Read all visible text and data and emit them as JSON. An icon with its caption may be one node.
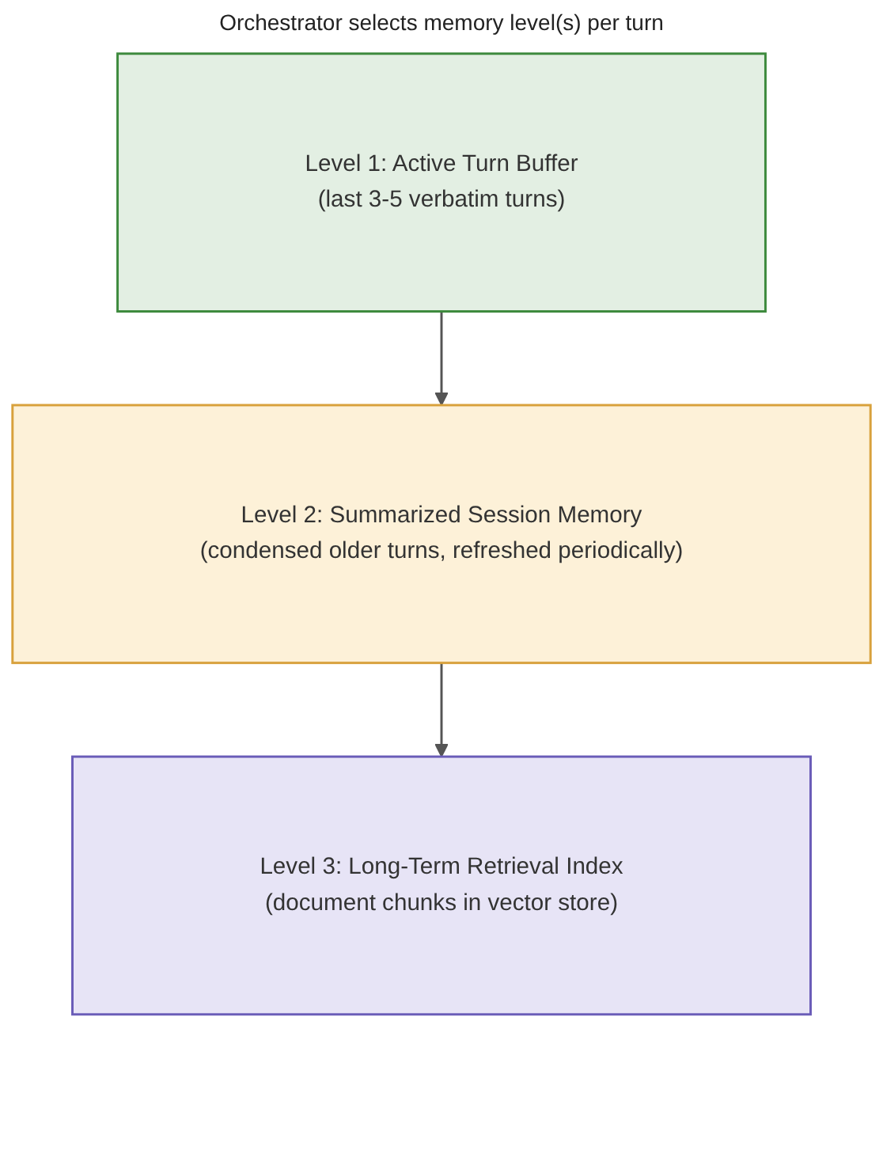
{
  "diagram": {
    "title": "Orchestrator selects memory level(s) per turn",
    "nodes": [
      {
        "text": [
          "Level 1: Active Turn Buffer",
          "(last 3-5 verbatim turns)"
        ]
      },
      {
        "text": [
          "Level 2: Summarized Session Memory",
          "(condensed older turns, refreshed periodically)"
        ]
      },
      {
        "text": [
          "Level 3: Long-Term Retrieval Index",
          "(document chunks in vector store)"
        ]
      }
    ],
    "edges": [
      {
        "from": 0,
        "to": 1,
        "arrow": "to"
      },
      {
        "from": 1,
        "to": 2,
        "arrow": "to"
      }
    ]
  }
}
